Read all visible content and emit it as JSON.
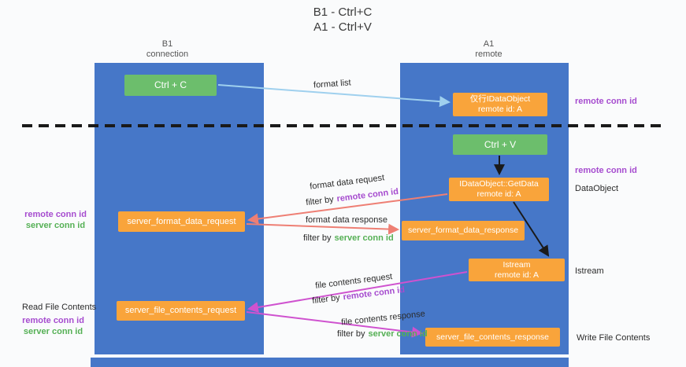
{
  "title": {
    "line1": "B1 - Ctrl+C",
    "line2": "A1 - Ctrl+V"
  },
  "columns": {
    "left": {
      "name": "B1",
      "subtitle": "connection"
    },
    "right": {
      "name": "A1",
      "subtitle": "remote"
    }
  },
  "boxes": {
    "ctrl_c": {
      "label": "Ctrl + C"
    },
    "ctrl_v": {
      "label": "Ctrl + V"
    },
    "idataobject": {
      "line1": "仅行IDataObject",
      "line2": "remote id: A"
    },
    "getdata": {
      "line1": "IDataObject::GetData",
      "line2": "remote id: A"
    },
    "istream": {
      "line1": "Istream",
      "line2": "remote id: A"
    },
    "format_request": {
      "label": "server_format_data_request"
    },
    "format_response": {
      "label": "server_format_data_response"
    },
    "file_request": {
      "label": "server_file_contents_request"
    },
    "file_response": {
      "label": "server_file_contents_response"
    }
  },
  "arrow_labels": {
    "format_list": "format list",
    "format_data_request": "format data request",
    "format_data_response": "format data response",
    "file_contents_request": "file contents request",
    "file_contents_response": "file contents response",
    "filter_by": "filter by"
  },
  "shared": {
    "remote_conn_id": "remote conn id",
    "server_conn_id": "server conn id"
  },
  "side_labels": {
    "dataobject": "DataObject",
    "istream": "Istream",
    "read_file_contents": "Read File Contents",
    "write_file_contents": "Write File Contents"
  },
  "colors": {
    "column_blue": "#4677c8",
    "box_green": "#6cbe6c",
    "box_orange": "#f9a43b",
    "arrow_salmon": "#ee7f74",
    "arrow_magenta": "#cf52cf",
    "arrow_lightblue": "#9fd0ee",
    "text_purple": "#a64ccf",
    "text_green": "#55b055"
  }
}
